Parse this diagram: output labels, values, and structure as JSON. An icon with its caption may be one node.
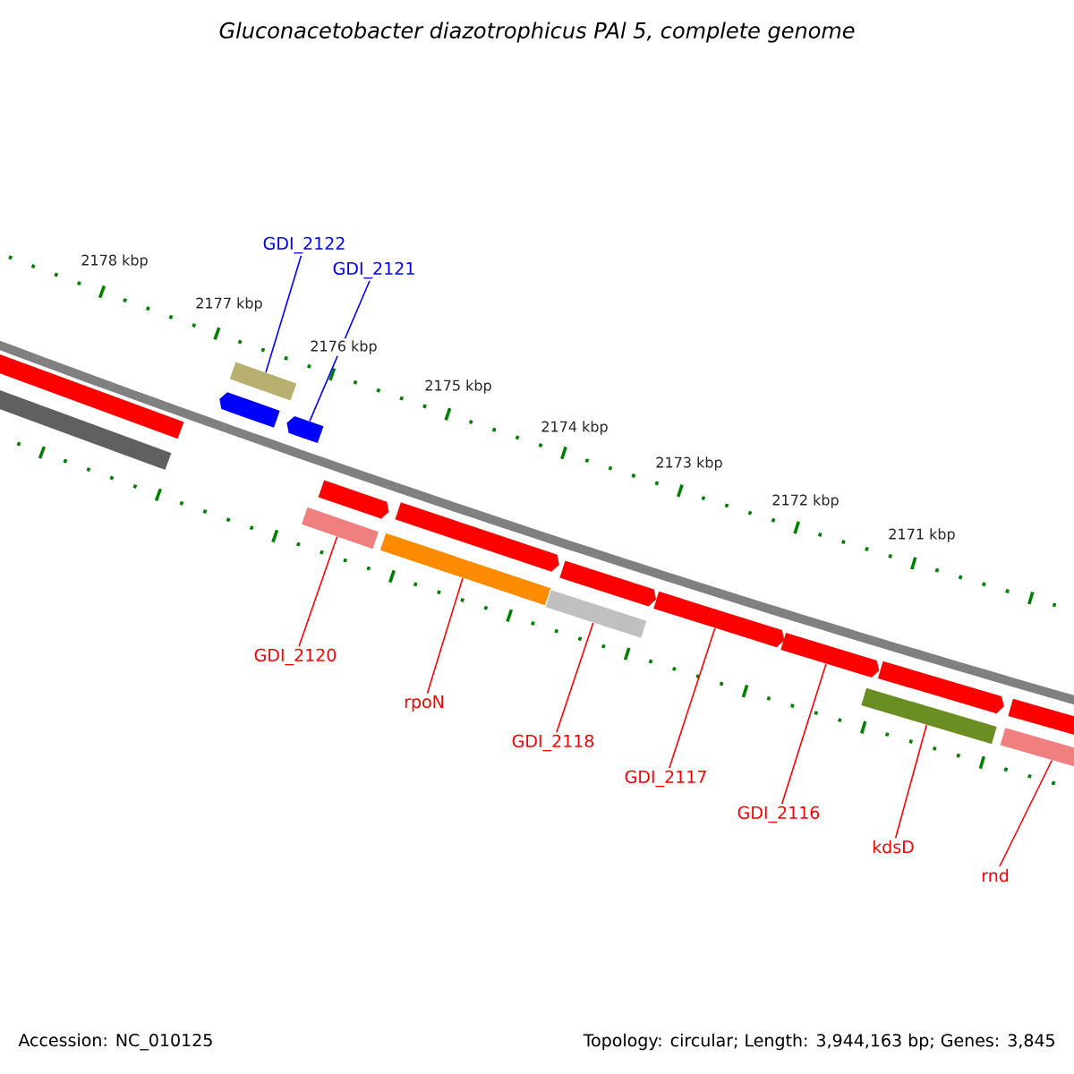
{
  "diagram": {
    "title": "Gluconacetobacter diazotrophicus PAl 5, complete genome",
    "nodes": [
      {
        "text": [
          "GDI_2122"
        ]
      },
      {
        "text": [
          "GDI_2121"
        ]
      },
      {
        "text": [
          "GDI_2120"
        ]
      },
      {
        "text": [
          "rpoN"
        ]
      },
      {
        "text": [
          "GDI_2118"
        ]
      },
      {
        "text": [
          "GDI_2117"
        ]
      },
      {
        "text": [
          "GDI_2116"
        ]
      },
      {
        "text": [
          "kdsD"
        ]
      },
      {
        "text": [
          "rnd"
        ]
      },
      {
        "text": [],
        "shape": "bar"
      },
      {
        "text": [],
        "shape": "bar"
      },
      {
        "text": [],
        "shape": "bar"
      },
      {
        "text": [],
        "shape": "bar"
      },
      {
        "text": [],
        "shape": "bar"
      },
      {
        "text": [],
        "shape": "bar"
      },
      {
        "text": [],
        "shape": "bar"
      },
      {
        "text": [],
        "shape": "bar"
      },
      {
        "text": [],
        "shape": "bar"
      },
      {
        "text": [],
        "shape": "bar"
      },
      {
        "text": [],
        "shape": "bar"
      },
      {
        "text": [],
        "shape": "bar"
      },
      {
        "text": [],
        "shape": "bar"
      },
      {
        "text": [],
        "shape": "bar"
      },
      {
        "text": [],
        "shape": "bar"
      },
      {
        "text": [],
        "shape": "bar"
      },
      {
        "text": [],
        "shape": "bar"
      }
    ],
    "edges": [
      {
        "from": 0,
        "to": 12,
        "arrow": "none",
        "color": "#0000ff"
      },
      {
        "from": 1,
        "to": 13,
        "arrow": "none",
        "color": "#0000ff"
      },
      {
        "from": 2,
        "to": 14,
        "arrow": "none"
      },
      {
        "from": 3,
        "to": 16,
        "arrow": "none"
      },
      {
        "from": 4,
        "to": 18,
        "arrow": "none"
      },
      {
        "from": 5,
        "to": 20,
        "arrow": "none"
      },
      {
        "from": 6,
        "to": 21,
        "arrow": "none"
      },
      {
        "from": 7,
        "to": 22,
        "arrow": "none"
      },
      {
        "from": 8,
        "to": 24,
        "arrow": "none"
      }
    ],
    "labels": [
      "2178 kbp",
      "2177 kbp",
      "2176 kbp",
      "2175 kbp",
      "2174 kbp",
      "2173 kbp",
      "2172 kbp",
      "2171 kbp",
      "Accession: NC_010125",
      "Topology: circular; Length: 3,944,163 bp; Genes: 3,845"
    ]
  }
}
